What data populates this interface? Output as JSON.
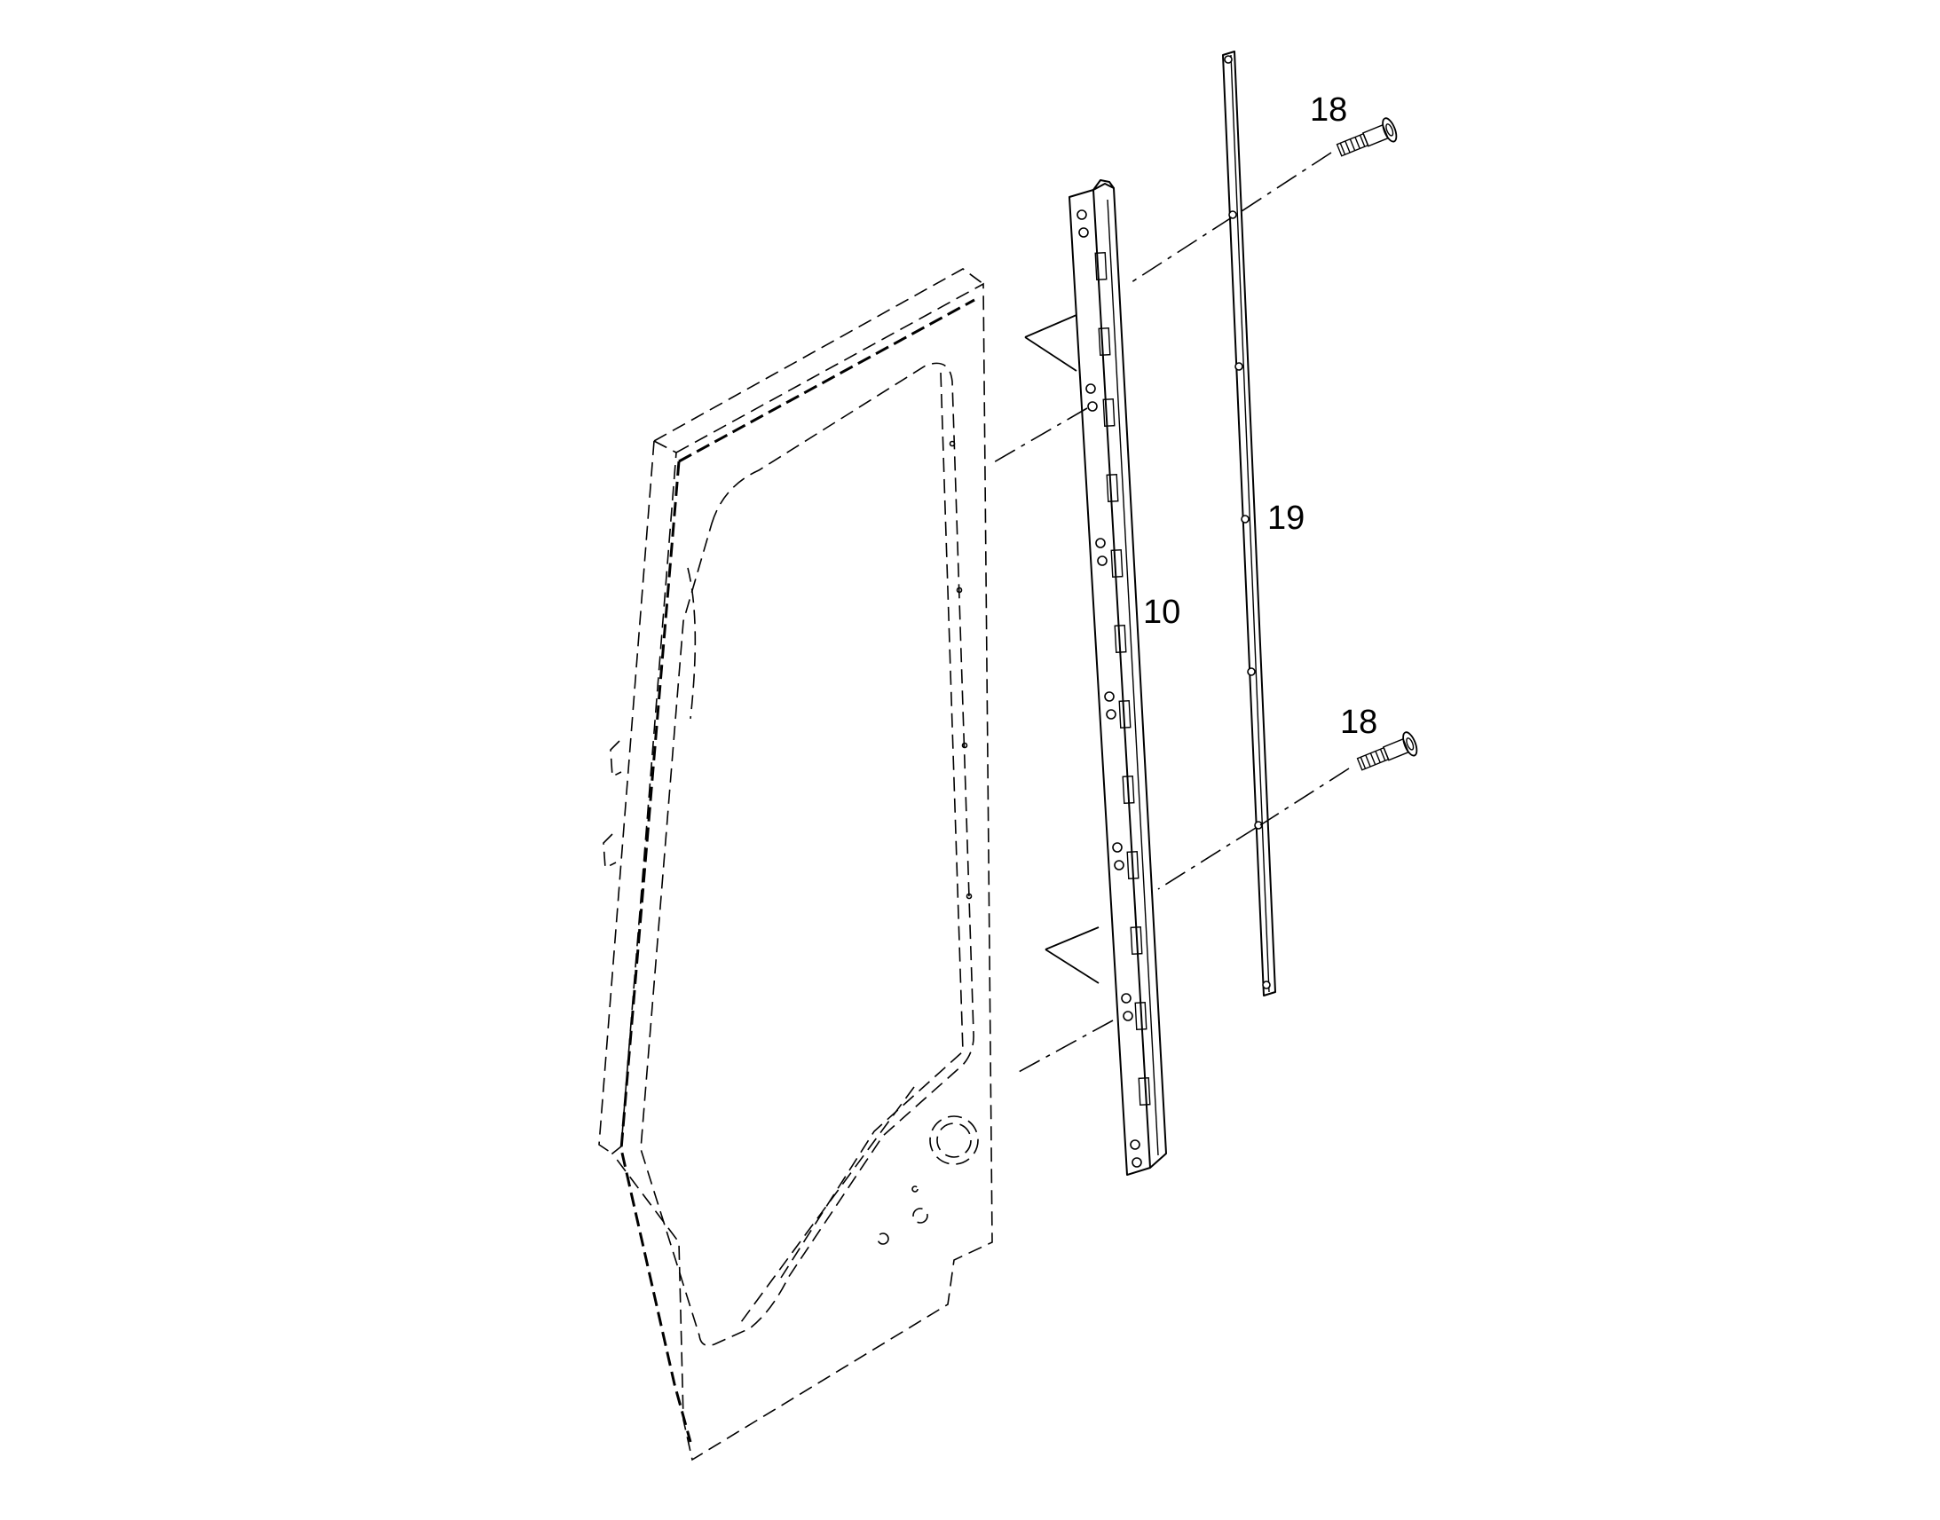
{
  "callouts": {
    "bolt_top": "18",
    "gasket_strip": "19",
    "hinge": "10",
    "bolt_bottom": "18"
  }
}
